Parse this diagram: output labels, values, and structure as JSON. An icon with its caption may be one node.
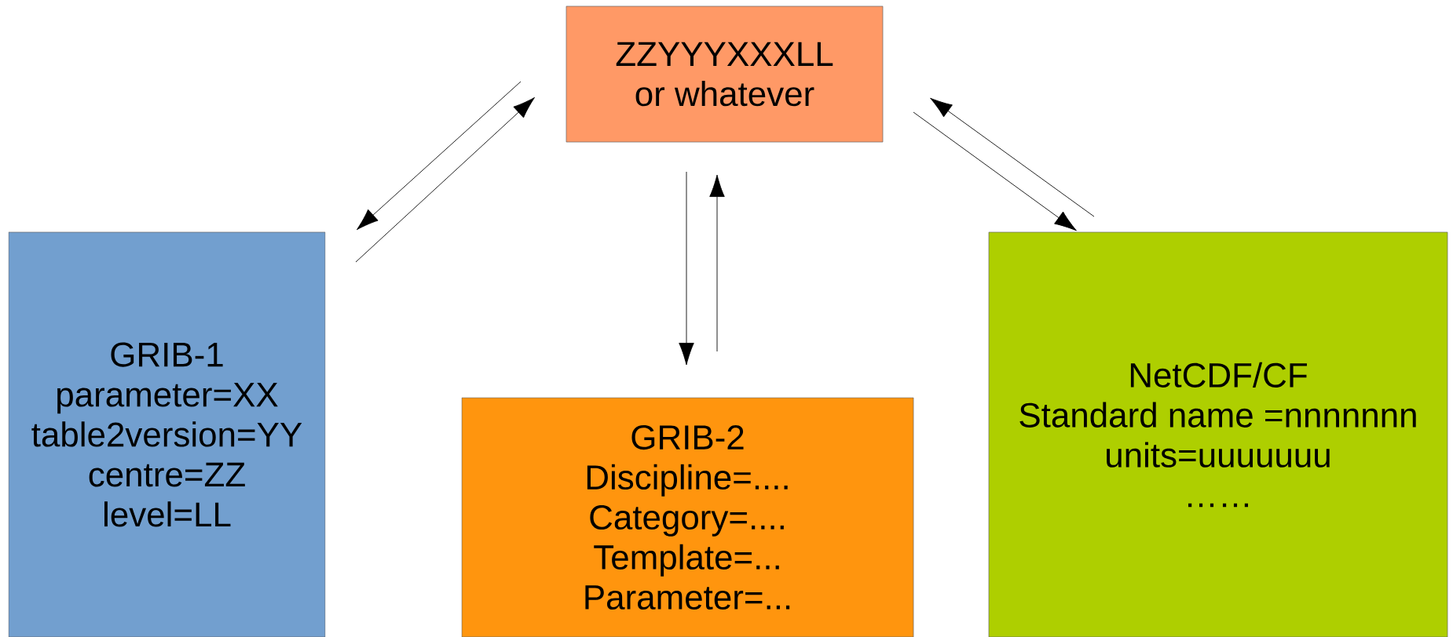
{
  "diagram": {
    "nodes": [
      {
        "text": [
          "ZZYYYXXXLL",
          "or whatever"
        ]
      },
      {
        "text": [
          "GRIB-1",
          "parameter=XX",
          "table2version=YY",
          "centre=ZZ",
          "level=LL"
        ]
      },
      {
        "text": [
          "GRIB-2",
          "Discipline=....",
          "Category=....",
          "Template=...",
          "Parameter=..."
        ]
      },
      {
        "text": [
          "NetCDF/CF",
          "Standard name =nnnnnnn",
          "units=uuuuuuu",
          "……"
        ]
      }
    ],
    "edges": [
      {
        "from": 0,
        "to": 1,
        "arrow": "to"
      },
      {
        "from": 1,
        "to": 0,
        "arrow": "to"
      },
      {
        "from": 0,
        "to": 2,
        "arrow": "to"
      },
      {
        "from": 2,
        "to": 0,
        "arrow": "to"
      },
      {
        "from": 0,
        "to": 3,
        "arrow": "to"
      },
      {
        "from": 3,
        "to": 0,
        "arrow": "to"
      }
    ]
  }
}
